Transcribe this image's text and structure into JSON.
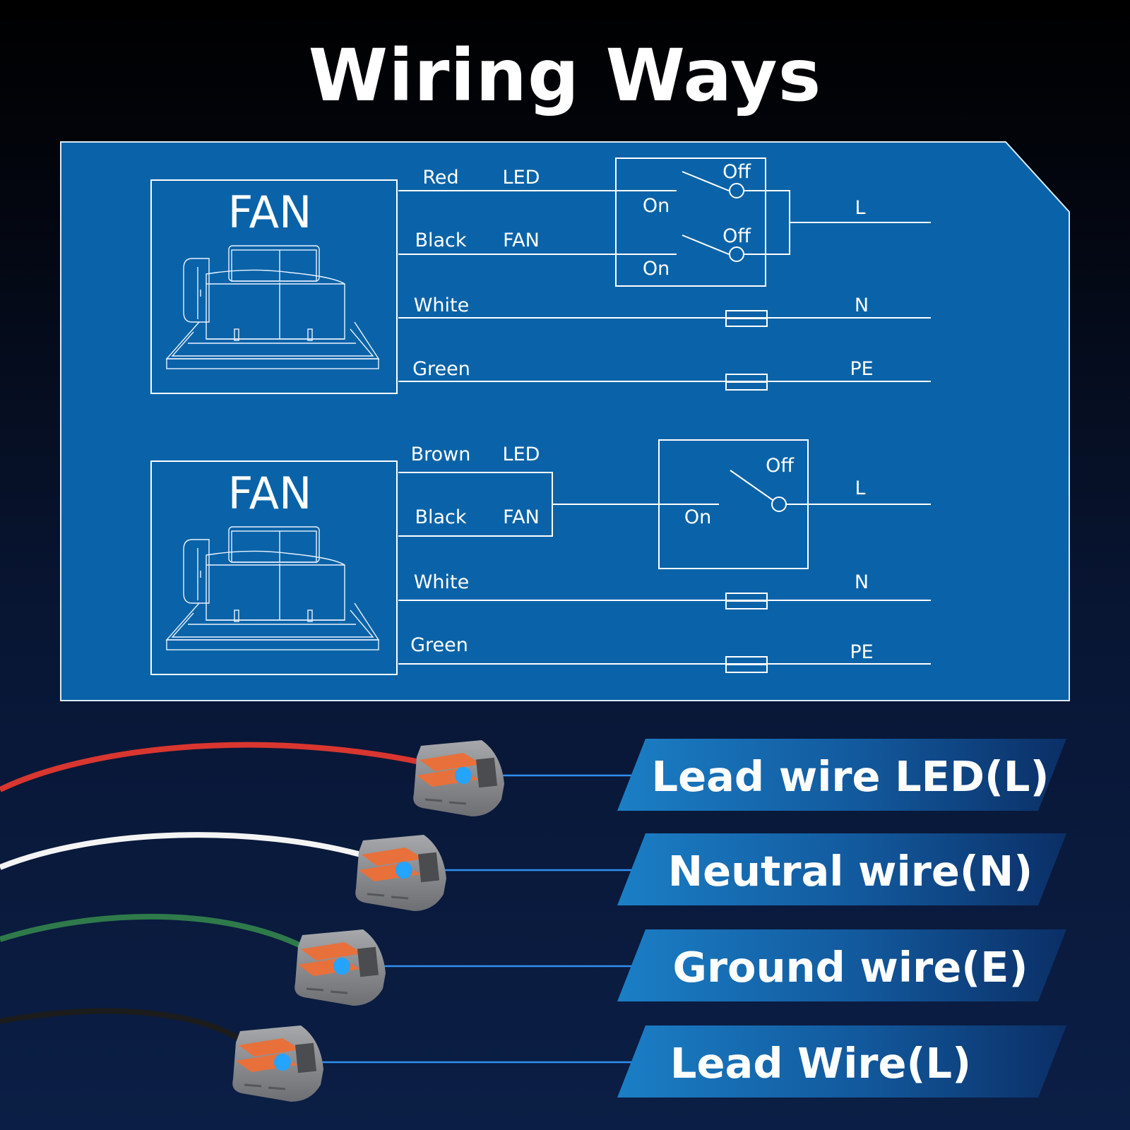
{
  "title": "Wiring Ways",
  "diagram1": {
    "fan_label": "FAN",
    "wires": [
      {
        "color": "Red",
        "func": "LED"
      },
      {
        "color": "Black",
        "func": "FAN"
      },
      {
        "color": "White",
        "func": ""
      },
      {
        "color": "Green",
        "func": ""
      }
    ],
    "switch_labels": {
      "off1": "Off",
      "on1": "On",
      "off2": "Off",
      "on2": "On"
    },
    "terminals": {
      "l": "L",
      "n": "N",
      "pe": "PE"
    }
  },
  "diagram2": {
    "fan_label": "FAN",
    "wires": [
      {
        "color": "Brown",
        "func": "LED"
      },
      {
        "color": "Black",
        "func": "FAN"
      },
      {
        "color": "White",
        "func": ""
      },
      {
        "color": "Green",
        "func": ""
      }
    ],
    "switch_labels": {
      "off": "Off",
      "on": "On"
    },
    "terminals": {
      "l": "L",
      "n": "N",
      "pe": "PE"
    }
  },
  "connectors": [
    {
      "label": "Lead wire LED(L)",
      "wire_color": "#d9362f"
    },
    {
      "label": "Neutral wire(N)",
      "wire_color": "#f4f4f4"
    },
    {
      "label": "Ground wire(E)",
      "wire_color": "#2f7a4a"
    },
    {
      "label": "Lead Wire(L)",
      "wire_color": "#1c1c1c"
    }
  ],
  "colors": {
    "panel_blue": "#0a63a8",
    "line_white": "#ffffff",
    "callout_blue": "#2f8ff0",
    "banner_dark": "#0e3f7d",
    "banner_light": "#1a7ac0",
    "lever_orange": "#e8703a",
    "connector_gray": "#8a8c90"
  }
}
